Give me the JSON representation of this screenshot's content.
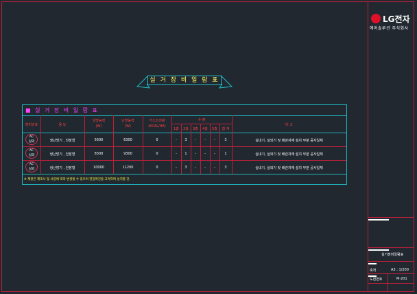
{
  "logo": {
    "brand": "LG전자",
    "sub": "에어솔루션 주식회사"
  },
  "drawing": {
    "title": "실 거 장 비 일 람 표"
  },
  "table": {
    "title": "■ 실 거 장 비 일 람 표",
    "headers": {
      "no": "장비번호",
      "use": "용 도",
      "cap1_line1": "냉방능력",
      "cap1_line2": "(W)",
      "cap2_line1": "난방능력",
      "cap2_line2": "(W)",
      "cons_line1": "가스소비량",
      "cons_line2": "(KCAL/HR)",
      "group": "수 량",
      "floors": [
        "1층",
        "2층",
        "3층",
        "4층",
        "5층",
        "합 계"
      ],
      "remark": "비 고"
    },
    "rows": [
      {
        "badge1": "AC",
        "badge2": "실외",
        "use": "냉난방기 , 천장형",
        "c1": "5600",
        "c2": "6300",
        "gas": "0",
        "q": [
          "-",
          "3",
          "-",
          "-",
          "-",
          "3"
        ],
        "remark": "실내기, 실외기 및 배관자재 설치 부분 공사일체"
      },
      {
        "badge1": "AC",
        "badge2": "실외",
        "use": "냉난방기 , 천장형",
        "c1": "8300",
        "c2": "9300",
        "gas": "0",
        "q": [
          "-",
          "1",
          "-",
          "-",
          "-",
          "1"
        ],
        "remark": "실내기, 실외기 및 배관자재 설치 부분 공사일체"
      },
      {
        "badge1": "AC",
        "badge2": "실외",
        "use": "냉난방기 , 천장형",
        "c1": "10000",
        "c2": "11200",
        "gas": "0",
        "q": [
          "-",
          "3",
          "-",
          "-",
          "-",
          "3"
        ],
        "remark": "실내기, 실외기 및 배관자재 설치 부분 공사일체"
      }
    ],
    "note": "※ 제원은 제조사 및 사양에 따라 변경될 수 있으며 현장여건을 고려하여 설치할 것."
  },
  "titleblock": {
    "drawing_name": "실거장비일람표",
    "scale_label": "축척",
    "scale_value": "A3 : 1/200",
    "sheet_label": "도면번호",
    "sheet_value": "M-201"
  }
}
